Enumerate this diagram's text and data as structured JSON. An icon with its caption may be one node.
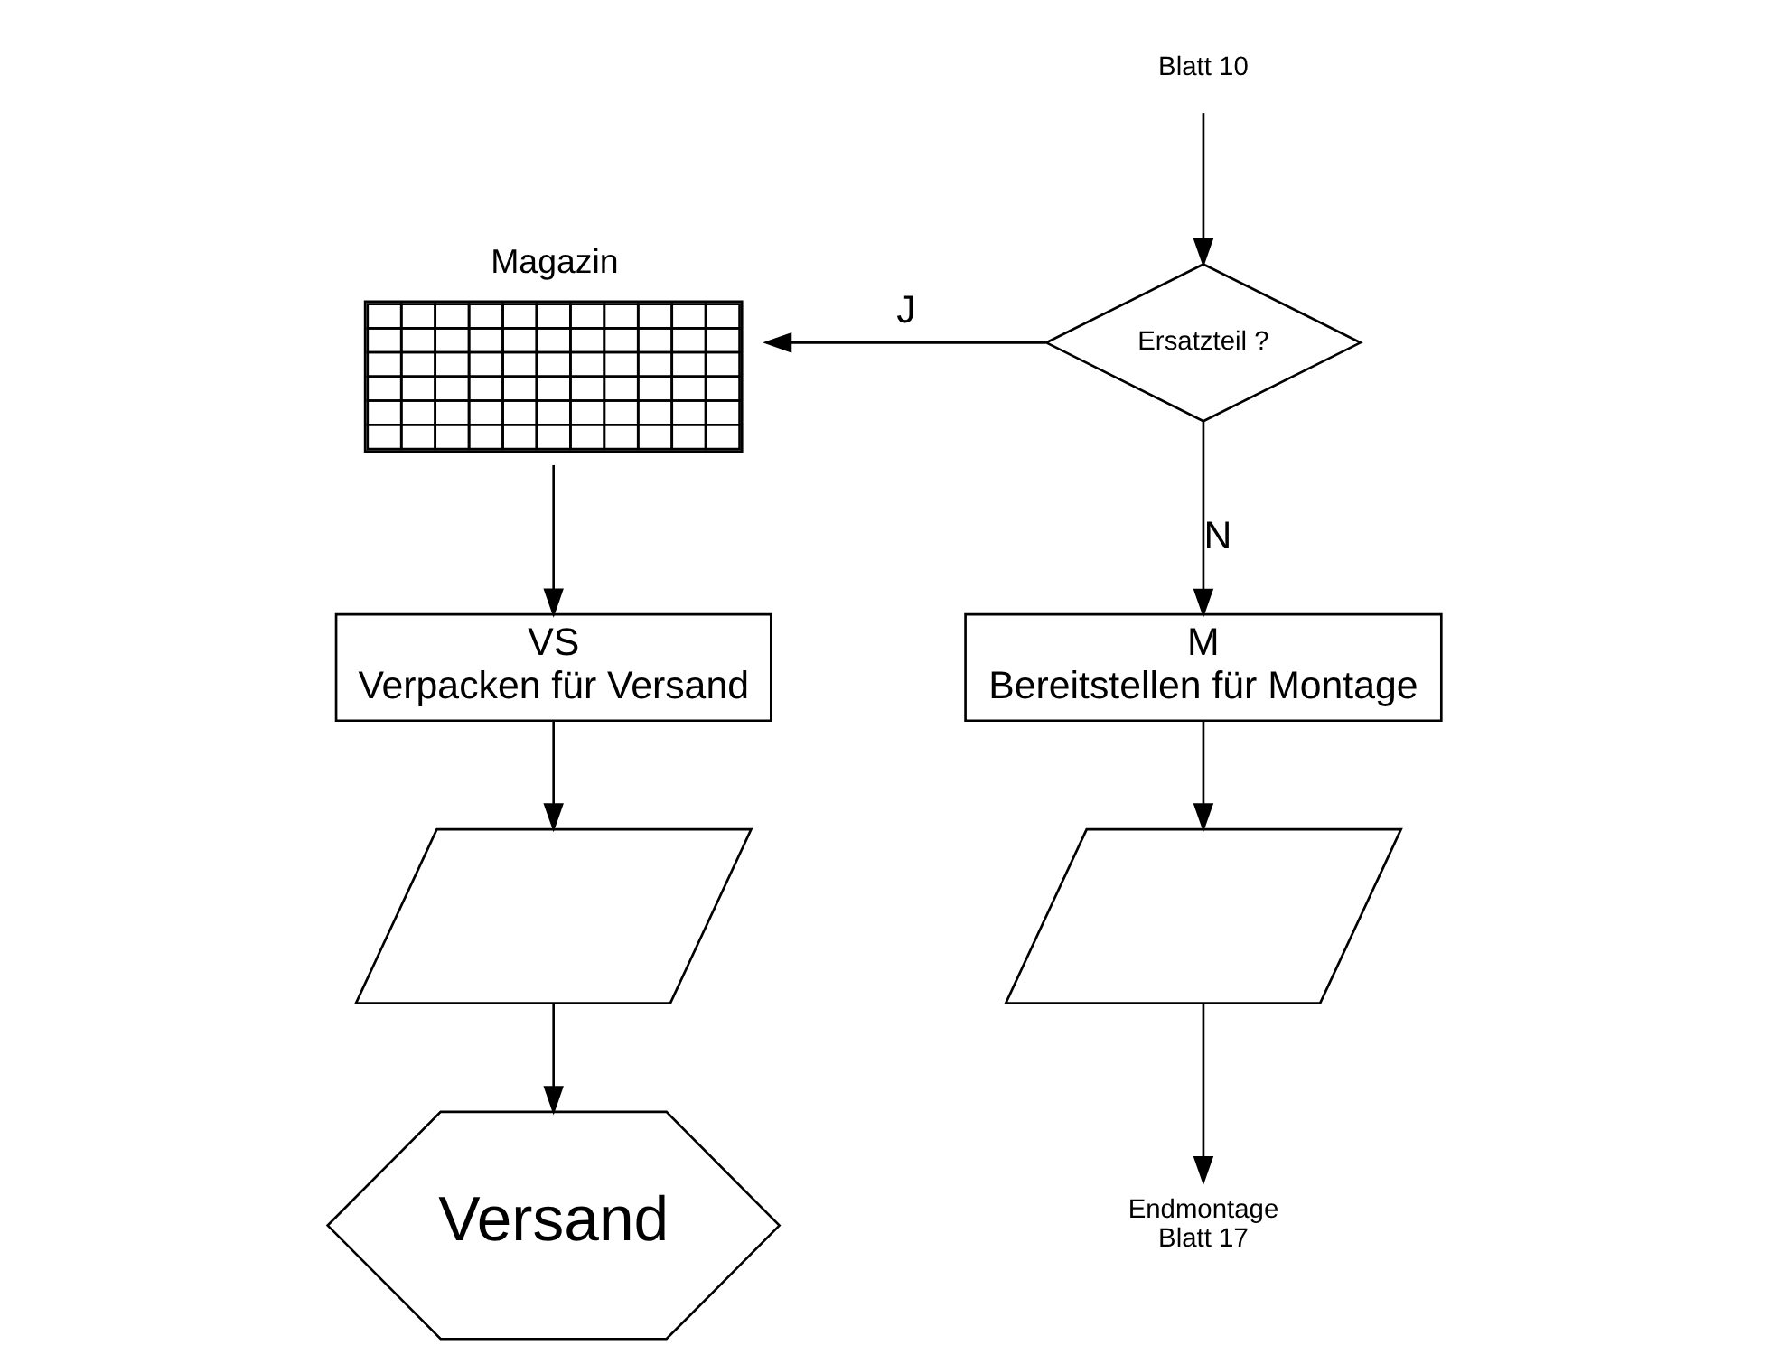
{
  "diagram": {
    "nodes": [
      {
        "text": [
          "Blatt 10"
        ]
      },
      {
        "text": [
          "Ersatzteil ?"
        ]
      },
      {
        "text": [
          "Magazin"
        ]
      },
      {
        "text": [
          "VS",
          "Verpacken für Versand"
        ]
      },
      {
        "text": [],
        "shape": "picture"
      },
      {
        "text": [
          "Versand"
        ]
      },
      {
        "text": [
          "M",
          "Bereitstellen für Montage"
        ]
      },
      {
        "text": [],
        "shape": "picture"
      },
      {
        "text": [
          "Endmontage",
          "Blatt 17"
        ]
      }
    ],
    "edges": [
      {
        "from": 0,
        "to": 1,
        "arrow": "to"
      },
      {
        "from": 1,
        "to": 2,
        "arrow": "to",
        "label": "J"
      },
      {
        "from": 1,
        "to": 6,
        "arrow": "to",
        "label": "N"
      },
      {
        "from": 2,
        "to": 3,
        "arrow": "to"
      },
      {
        "from": 3,
        "to": 4,
        "arrow": "to"
      },
      {
        "from": 4,
        "to": 5,
        "arrow": "to"
      },
      {
        "from": 6,
        "to": 7,
        "arrow": "to"
      },
      {
        "from": 7,
        "to": 8,
        "arrow": "to"
      }
    ]
  }
}
